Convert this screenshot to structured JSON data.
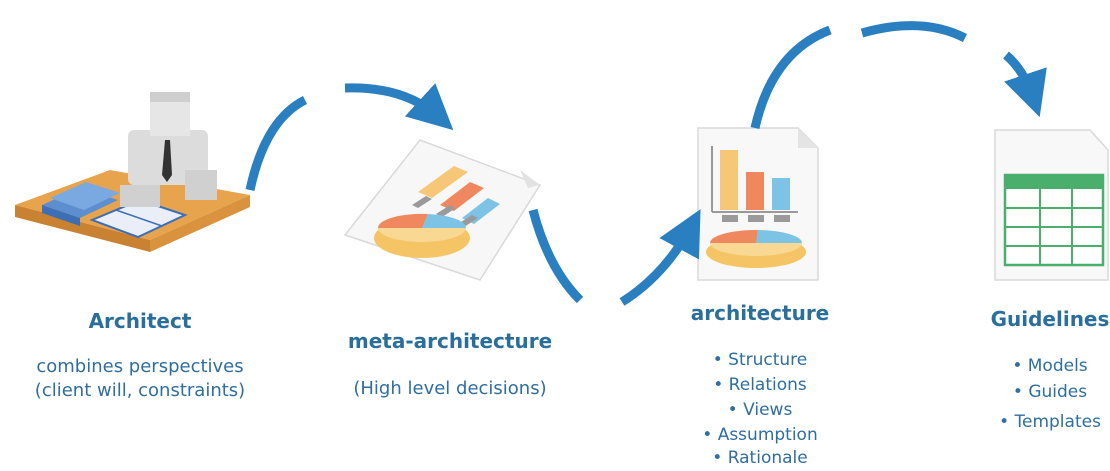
{
  "stages": [
    {
      "title": "Architect",
      "description_lines": [
        "combines perspectives",
        "(client will, constraints)"
      ]
    },
    {
      "title": "meta-architecture",
      "description_lines": [
        "(High level decisions)"
      ]
    },
    {
      "title": "architecture",
      "bullets": [
        "• Structure",
        "• Relations",
        "• Views",
        "• Assumption",
        "• Rationale"
      ]
    },
    {
      "title": "Guidelines",
      "bullets": [
        "• Models",
        "• Guides",
        "• Templates"
      ]
    }
  ],
  "colors": {
    "arrow": "#2a7fc0",
    "text": "#2a6f9b",
    "bar_yellow": "#f6c777",
    "bar_orange": "#f0885f",
    "bar_blue": "#7cc3e6",
    "pie_base": "#f5c565",
    "table_green": "#4aae6c",
    "desk": "#e8a44d"
  },
  "icons": [
    "architect-person-icon",
    "chart-document-icon",
    "chart-document-icon",
    "spreadsheet-document-icon"
  ]
}
